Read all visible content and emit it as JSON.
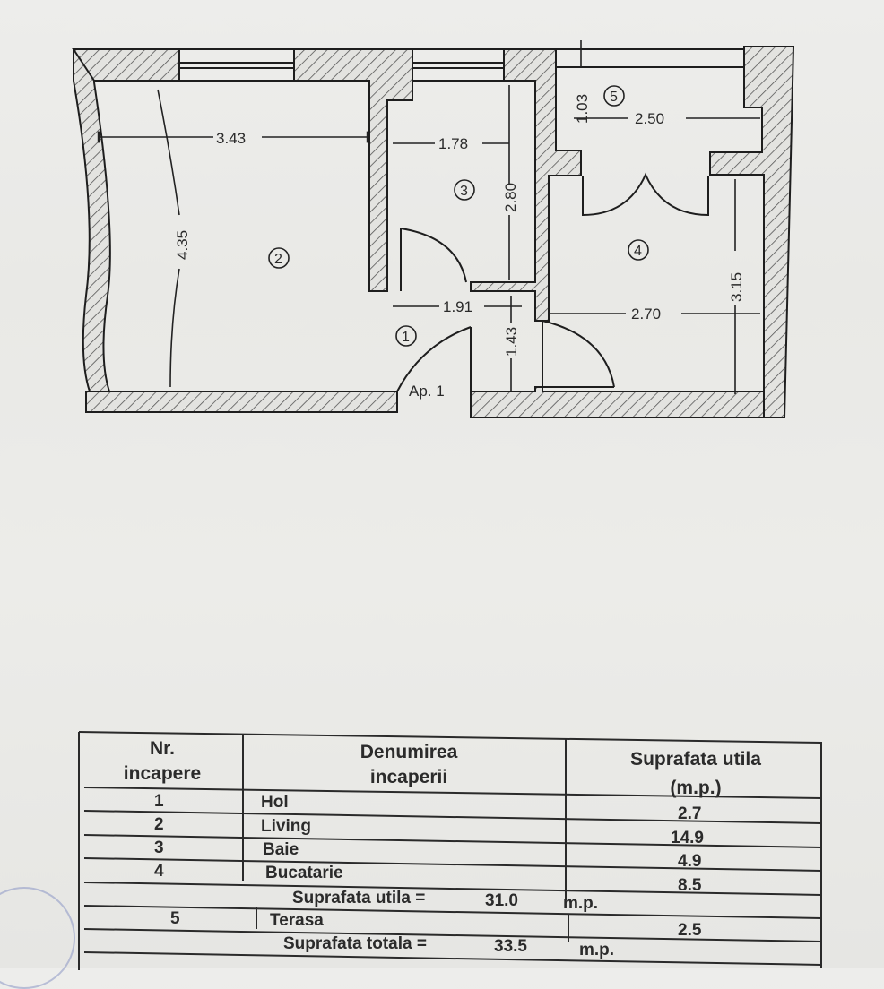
{
  "floor_plan": {
    "apartment_label": "Ap. 1",
    "rooms": [
      {
        "number": "1"
      },
      {
        "number": "2"
      },
      {
        "number": "3"
      },
      {
        "number": "4"
      },
      {
        "number": "5"
      }
    ],
    "dimensions": [
      "3.43",
      "4.35",
      "1.78",
      "2.80",
      "1.91",
      "1.43",
      "2.70",
      "3.15",
      "1.03",
      "2.50"
    ]
  },
  "table": {
    "headers": {
      "col1_line1": "Nr.",
      "col1_line2": "incapere",
      "col2_line1": "Denumirea",
      "col2_line2": "incaperii",
      "col3_line1": "Suprafata utila",
      "col3_line2": "(m.p.)"
    },
    "rows": [
      {
        "nr": "1",
        "name": "Hol",
        "area": "2.7"
      },
      {
        "nr": "2",
        "name": "Living",
        "area": "14.9"
      },
      {
        "nr": "3",
        "name": "Baie",
        "area": "4.9"
      },
      {
        "nr": "4",
        "name": "Bucatarie",
        "area": "8.5"
      }
    ],
    "subtotal": {
      "label": "Suprafata utila =",
      "value": "31.0",
      "unit": "m.p."
    },
    "terrace": {
      "nr": "5",
      "name": "Terasa",
      "area": "2.5"
    },
    "total": {
      "label": "Suprafata totala =",
      "value": "33.5",
      "unit": "m.p."
    }
  }
}
